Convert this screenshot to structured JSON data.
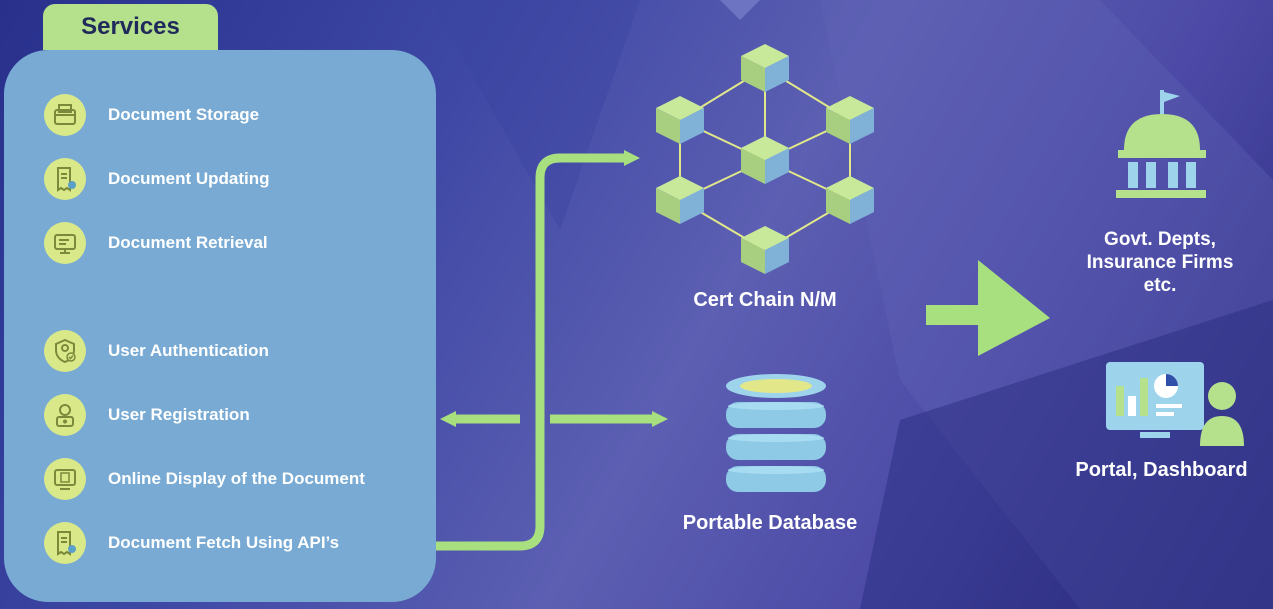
{
  "services": {
    "title": "Services",
    "items": [
      {
        "label": "Document Storage",
        "icon": "document-storage-icon"
      },
      {
        "label": "Document Updating",
        "icon": "document-updating-icon"
      },
      {
        "label": "Document Retrieval",
        "icon": "document-retrieval-icon"
      },
      {
        "label": "User Authentication",
        "icon": "user-authentication-icon"
      },
      {
        "label": "User Registration",
        "icon": "user-registration-icon"
      },
      {
        "label": "Online Display of the Document",
        "icon": "online-display-icon"
      },
      {
        "label": "Document Fetch Using API’s",
        "icon": "document-fetch-api-icon"
      }
    ]
  },
  "center": {
    "blockchain_label": "Cert Chain N/M",
    "database_label": "Portable Database"
  },
  "right": {
    "govt_line1": "Govt. Depts,",
    "govt_line2": "Insurance Firms",
    "govt_line3": "etc.",
    "portal_label": "Portal, Dashboard"
  },
  "colors": {
    "panel": "#78aad3",
    "accent_green": "#b5e08c",
    "icon_yellow": "#d9e98a",
    "connector": "#a8df7f"
  }
}
